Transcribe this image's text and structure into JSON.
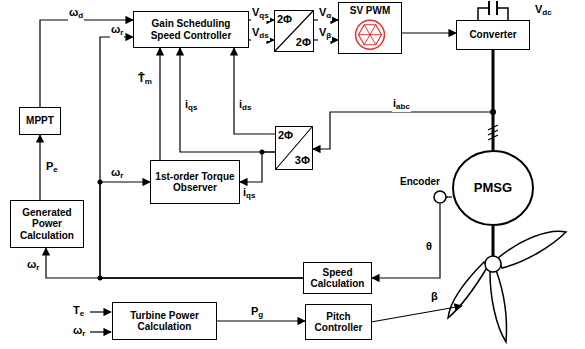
{
  "diagram": {
    "nodes": [
      {
        "text": [
          "MPPT"
        ]
      },
      {
        "text": [
          "Gain Scheduling Speed Controller"
        ]
      },
      {
        "text": [
          "2Φ",
          "2Φ"
        ]
      },
      {
        "text": [
          "SV PWM"
        ]
      },
      {
        "text": [
          "Converter"
        ]
      },
      {
        "text": [
          "2Φ",
          "3Φ"
        ]
      },
      {
        "text": [
          "1st-order Torque Observer"
        ]
      },
      {
        "text": [
          "Generated Power Calculation"
        ]
      },
      {
        "text": [
          "Speed Calculation"
        ]
      },
      {
        "text": [
          "PMSG"
        ]
      },
      {
        "text": [
          "Encoder"
        ]
      },
      {
        "text": [
          "Turbine Power Calculation"
        ]
      },
      {
        "text": [
          "Pitch Controller"
        ]
      }
    ],
    "edges": [
      {
        "from": 0,
        "to": 1,
        "arrow": "to",
        "label": "ωd"
      },
      {
        "from": 1,
        "to": 2,
        "arrow": "to",
        "label": "Vqs"
      },
      {
        "from": 1,
        "to": 2,
        "arrow": "to",
        "label": "Vds"
      },
      {
        "from": 2,
        "to": 3,
        "arrow": "to",
        "label": "Vα"
      },
      {
        "from": 2,
        "to": 3,
        "arrow": "to",
        "label": "Vβ"
      },
      {
        "from": 3,
        "to": 4,
        "arrow": "to"
      },
      {
        "from": 4,
        "to": 9,
        "arrow": "none"
      },
      {
        "from": 9,
        "to": 5,
        "arrow": "to",
        "label": "iabc"
      },
      {
        "from": 5,
        "to": 1,
        "arrow": "to",
        "label": "iqs"
      },
      {
        "from": 5,
        "to": 1,
        "arrow": "to",
        "label": "ids"
      },
      {
        "from": 5,
        "to": 6,
        "arrow": "to",
        "label": "iqs"
      },
      {
        "from": 6,
        "to": 1,
        "arrow": "to",
        "label": "T̂m"
      },
      {
        "from": 9,
        "to": 10,
        "arrow": "none"
      },
      {
        "from": 10,
        "to": 8,
        "arrow": "to",
        "label": "θ"
      },
      {
        "from": 8,
        "to": 7,
        "arrow": "to",
        "label": "ωr"
      },
      {
        "from": 8,
        "to": 6,
        "arrow": "to",
        "label": "ωr"
      },
      {
        "from": 8,
        "to": 1,
        "arrow": "to",
        "label": "ωr"
      },
      {
        "from": 7,
        "to": 0,
        "arrow": "to",
        "label": "Pe"
      },
      {
        "from": 11,
        "to": 12,
        "arrow": "to",
        "label": "Pg"
      }
    ],
    "labels": [
      "Vdc",
      "Te",
      "ωr",
      "β"
    ]
  }
}
